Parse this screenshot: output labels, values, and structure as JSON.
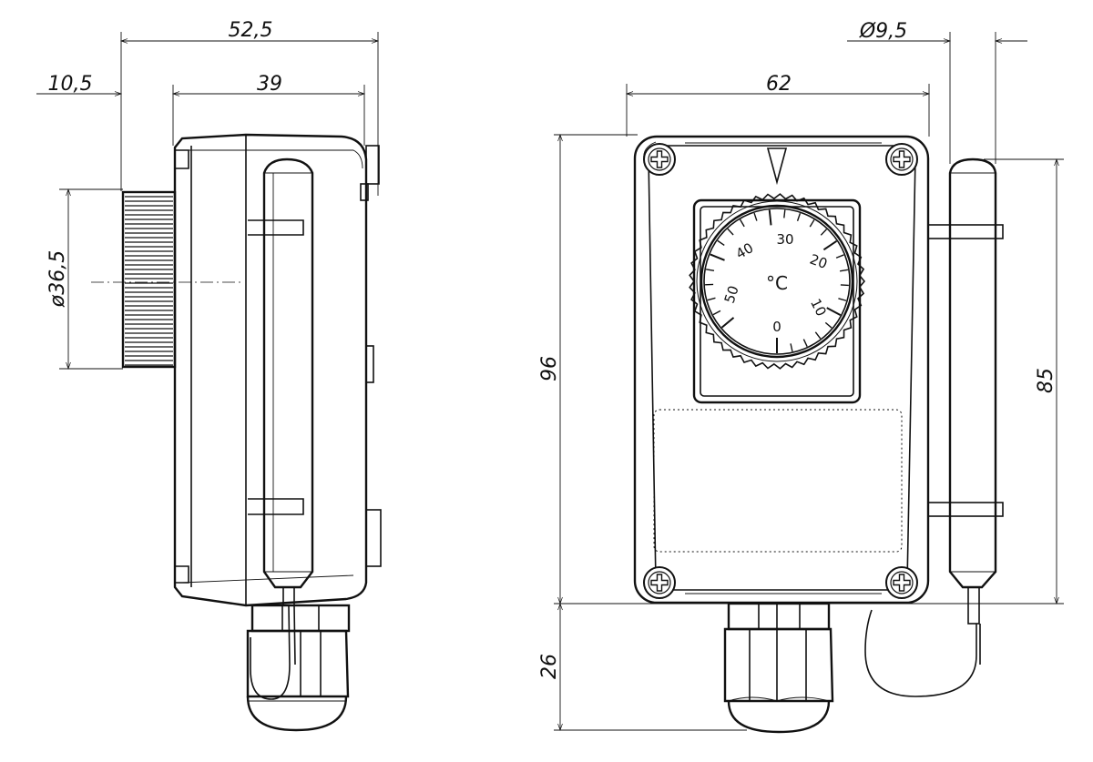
{
  "dimensions": {
    "side_total_depth": "52,5",
    "side_knob_depth": "10,5",
    "side_body_depth": "39",
    "side_knob_diameter": "ø36,5",
    "front_width": "62",
    "front_height": "96",
    "front_gland_height": "26",
    "probe_diameter": "Ø9,5",
    "probe_length": "85"
  },
  "dial": {
    "unit": "°C",
    "scale_labels": [
      "0",
      "10",
      "20",
      "30",
      "40",
      "50"
    ]
  },
  "icons": {
    "pointer": "triangle-pointer-icon",
    "screw": "cross-screw-icon"
  }
}
